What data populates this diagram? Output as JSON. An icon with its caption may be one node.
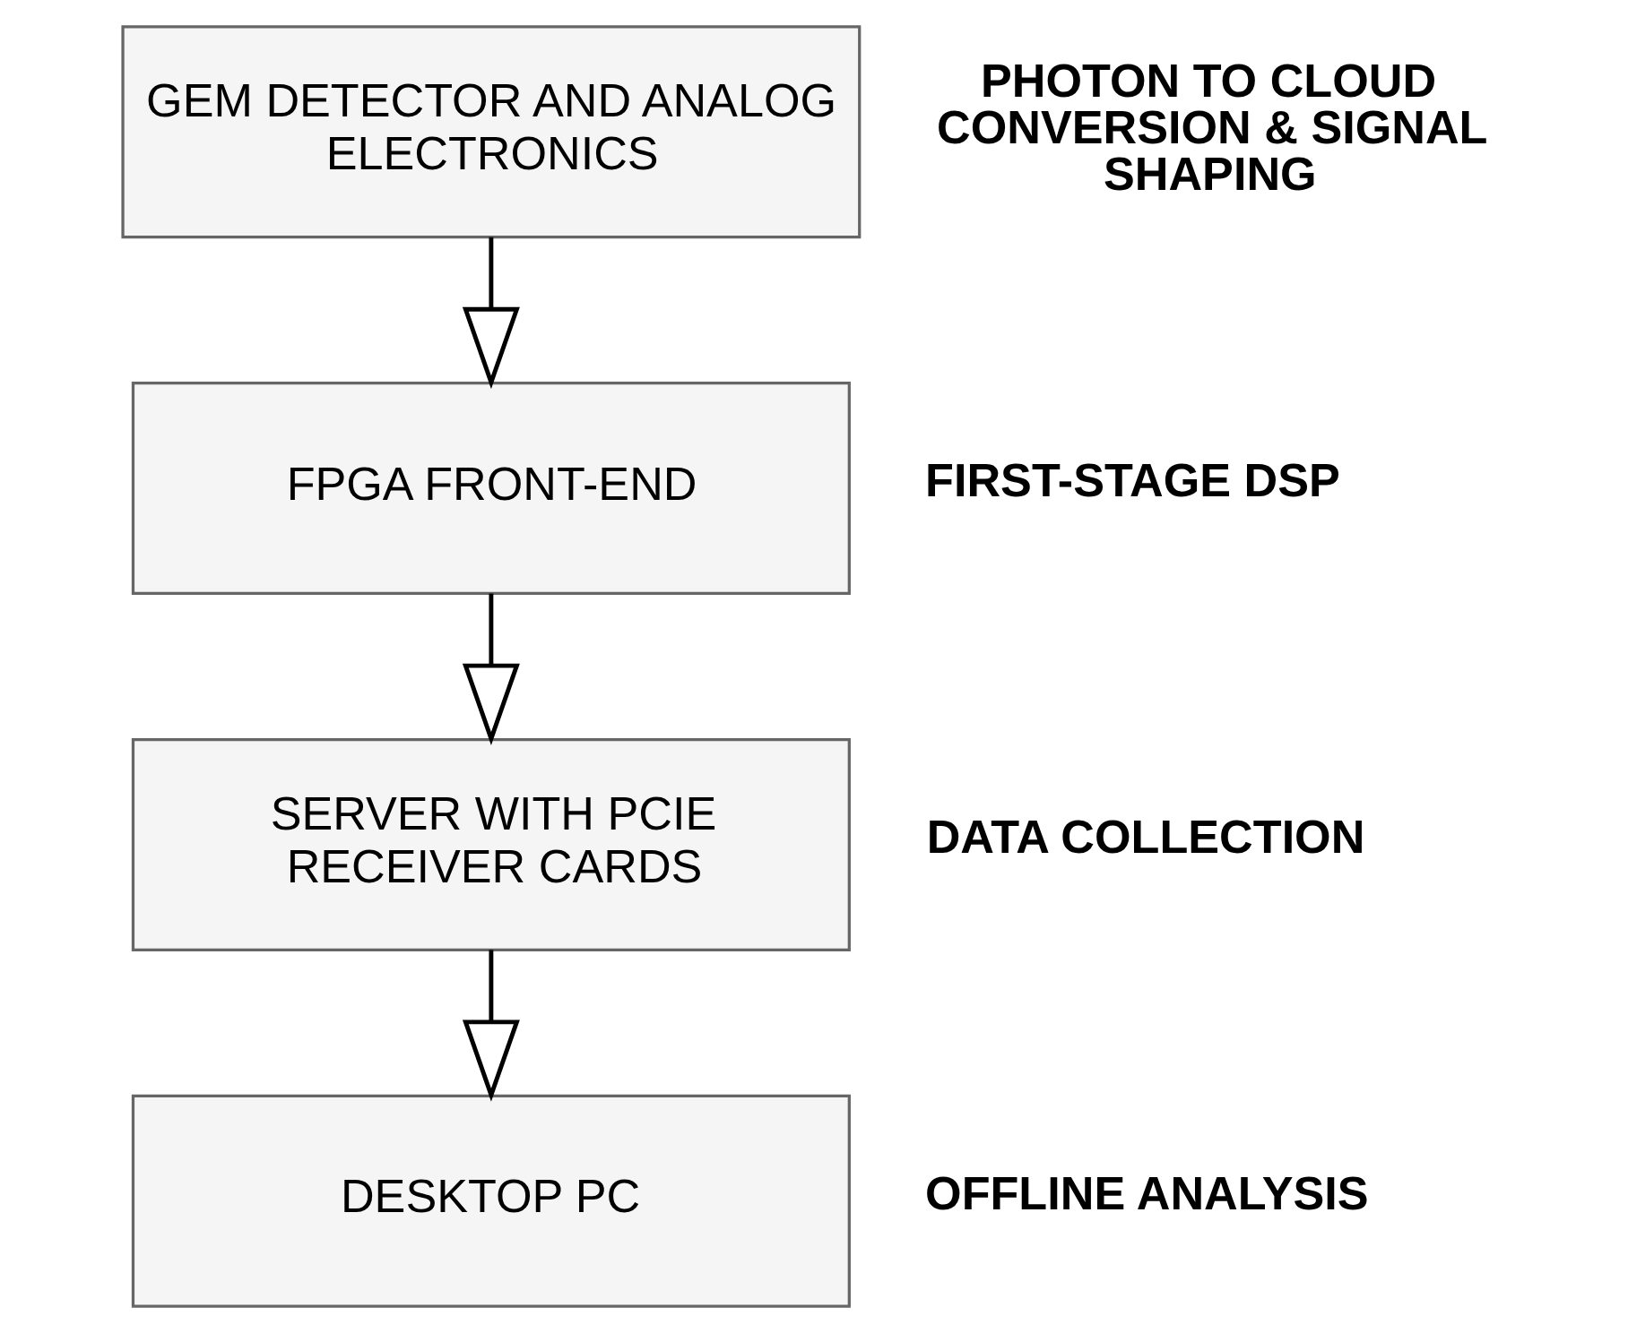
{
  "diagram": {
    "nodes": [
      {
        "text": [
          "GEM DETECTOR AND ANALOG ELECTRONICS"
        ],
        "beside": [
          "PHOTON TO CLOUD CONVERSION & SIGNAL SHAPING"
        ]
      },
      {
        "text": [
          "FPGA FRONT-END"
        ],
        "beside": [
          "FIRST-STAGE DSP"
        ]
      },
      {
        "text": [
          "SERVER WITH PCIE RECEIVER CARDS"
        ],
        "beside": [
          "DATA COLLECTION"
        ]
      },
      {
        "text": [
          "DESKTOP PC"
        ],
        "beside": [
          "OFFLINE ANALYSIS"
        ]
      }
    ],
    "edges": [
      {
        "from": 0,
        "to": 1,
        "arrow": "to"
      },
      {
        "from": 1,
        "to": 2,
        "arrow": "to"
      },
      {
        "from": 2,
        "to": 3,
        "arrow": "to"
      }
    ]
  }
}
